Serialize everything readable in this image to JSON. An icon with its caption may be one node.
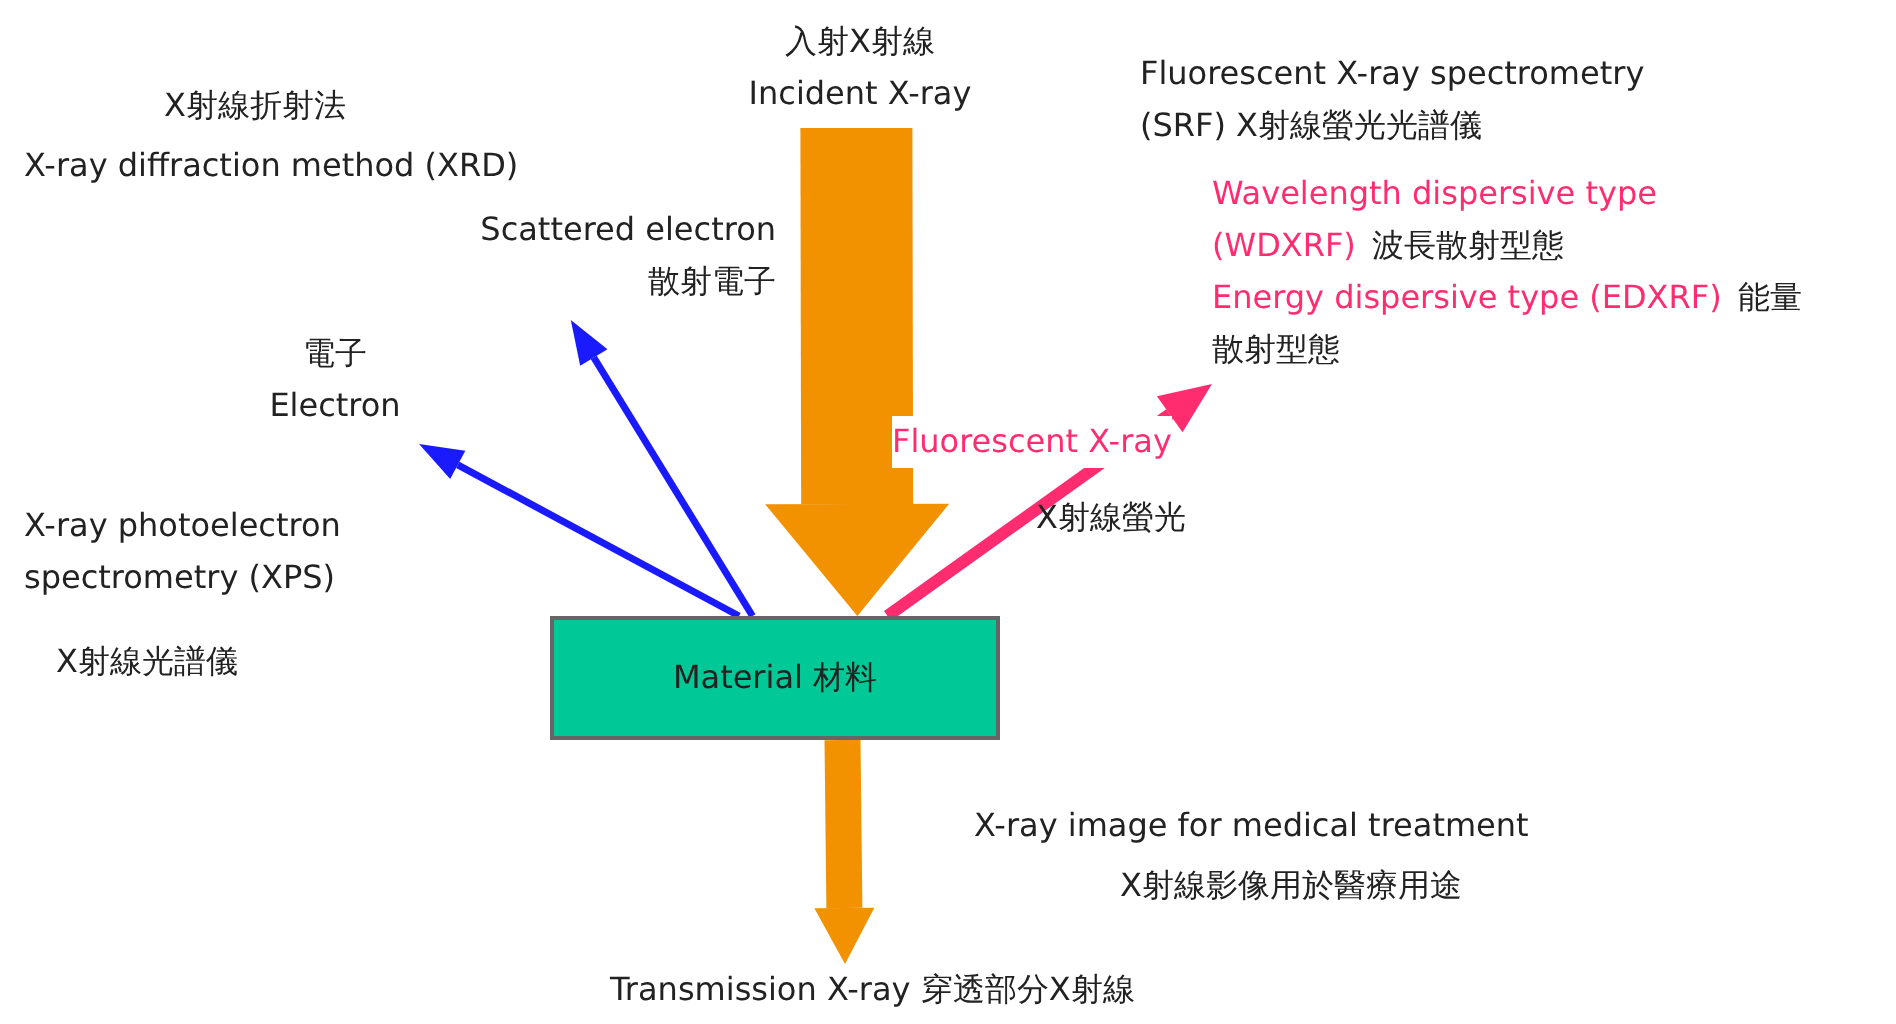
{
  "diagram": {
    "nodes": [
      {
        "text": [
          "入射X射線",
          "Incident X-ray"
        ]
      },
      {
        "text": [
          "Material 材料"
        ]
      },
      {
        "text": [
          "Scattered electron",
          "散射電子"
        ]
      },
      {
        "text": [
          "電子",
          "Electron"
        ]
      },
      {
        "text": [
          "Wavelength dispersive type (WDXRF)",
          "波長散射型態",
          "Energy dispersive type (EDXRF)",
          "能量散射型態"
        ]
      },
      {
        "text": [
          "Transmission X-ray 穿透部分X射線"
        ]
      }
    ],
    "edges": [
      {
        "from": 0,
        "to": 1,
        "arrow": "to",
        "style": "thick",
        "color": "#f39200"
      },
      {
        "from": 1,
        "to": 2,
        "arrow": "to",
        "color": "#1a1aff"
      },
      {
        "from": 1,
        "to": 3,
        "arrow": "to",
        "color": "#1a1aff"
      },
      {
        "from": 1,
        "to": 4,
        "arrow": "to",
        "label": "Fluorescent X-ray",
        "color": "#ff2d6f"
      },
      {
        "from": 1,
        "to": 5,
        "arrow": "to",
        "style": "thick",
        "color": "#f39200"
      }
    ],
    "labels": [
      "X射線折射法",
      "X-ray diffraction method (XRD)",
      "Fluorescent X-ray spectrometry (SRF) X射線螢光光譜儀",
      "X射線螢光",
      "X-ray photoelectron spectrometry (XPS)",
      "X射線光譜儀",
      "X-ray image for medical treatment",
      "X射線影像用於醫療用途"
    ]
  }
}
